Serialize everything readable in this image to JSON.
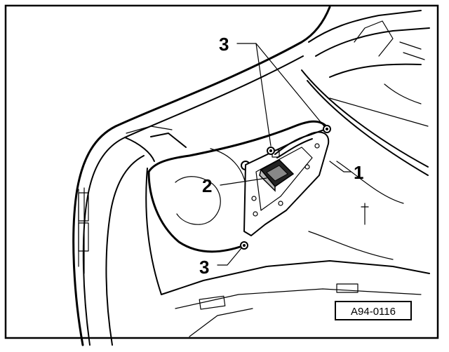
{
  "figure": {
    "reference_code": "A94-0116",
    "callouts": [
      {
        "id": "callout-1",
        "number": "1"
      },
      {
        "id": "callout-2",
        "number": "2"
      },
      {
        "id": "callout-3-top",
        "number": "3"
      },
      {
        "id": "callout-3-bottom",
        "number": "3"
      }
    ]
  }
}
